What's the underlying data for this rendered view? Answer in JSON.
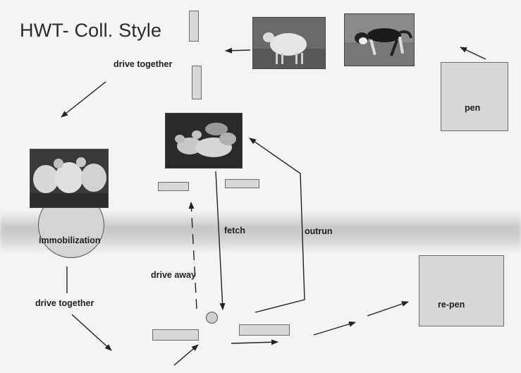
{
  "title": "HWT- Coll. Style",
  "labels": {
    "drive_together_top": "drive together",
    "pen": "pen",
    "immobilization": "immobilization",
    "fetch": "fetch",
    "outrun": "outrun",
    "drive_away": "drive away",
    "drive_together_bottom": "drive together",
    "re_pen": "re-pen"
  },
  "photos": {
    "single_sheep": "single-sheep-photo",
    "border_collie": "border-collie-photo",
    "small_flock": "small-flock-photo",
    "sheep_group": "sheep-group-photo"
  },
  "colors": {
    "background": "#f4f4f2",
    "box_fill": "#d8d8d8",
    "line": "#222222"
  }
}
